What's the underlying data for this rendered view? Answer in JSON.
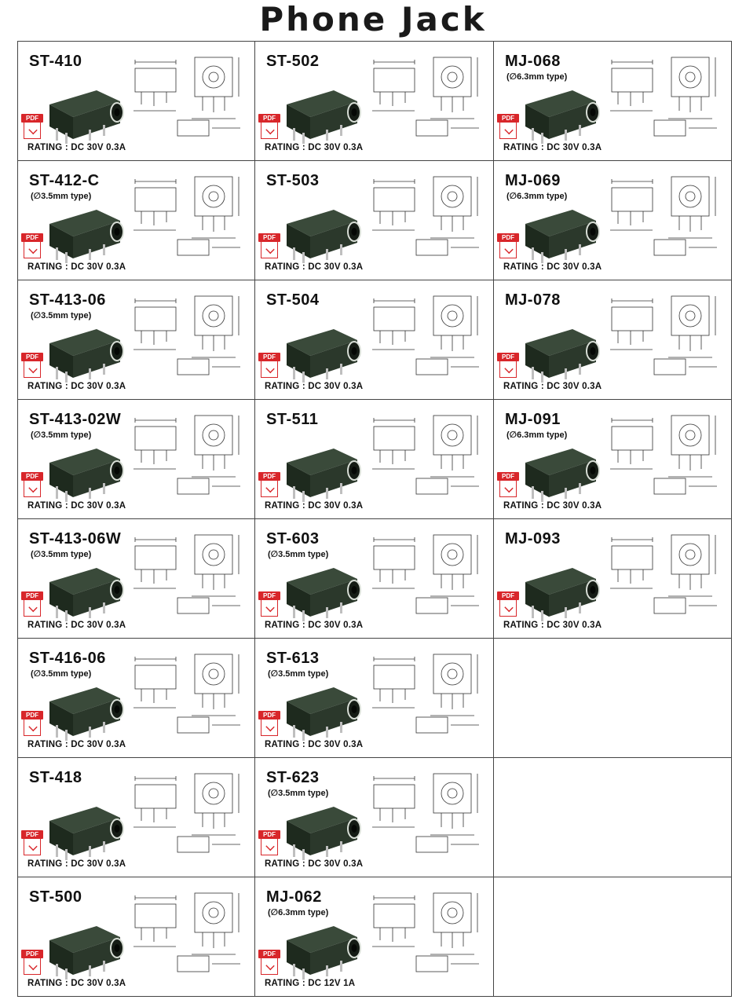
{
  "title": "Phone Jack",
  "pdf_label": "PDF",
  "products": [
    {
      "name": "ST-410",
      "type": "",
      "rating": "RATING : DC 30V  0.3A"
    },
    {
      "name": "ST-502",
      "type": "",
      "rating": "RATING : DC 30V  0.3A"
    },
    {
      "name": "MJ-068",
      "type": "(∅6.3mm type)",
      "rating": "RATING : DC 30V  0.3A"
    },
    {
      "name": "ST-412-C",
      "type": "(∅3.5mm type)",
      "rating": "RATING : DC 30V  0.3A"
    },
    {
      "name": "ST-503",
      "type": "",
      "rating": "RATING : DC 30V  0.3A"
    },
    {
      "name": "MJ-069",
      "type": "(∅6.3mm type)",
      "rating": "RATING : DC 30V  0.3A"
    },
    {
      "name": "ST-413-06",
      "type": "(∅3.5mm type)",
      "rating": "RATING : DC 30V  0.3A"
    },
    {
      "name": "ST-504",
      "type": "",
      "rating": "RATING : DC 30V  0.3A"
    },
    {
      "name": "MJ-078",
      "type": "",
      "rating": "RATING : DC 30V  0.3A"
    },
    {
      "name": "ST-413-02W",
      "type": "(∅3.5mm type)",
      "rating": "RATING : DC 30V  0.3A"
    },
    {
      "name": "ST-511",
      "type": "",
      "rating": "RATING : DC 30V  0.3A"
    },
    {
      "name": "MJ-091",
      "type": "(∅6.3mm type)",
      "rating": "RATING : DC 30V  0.3A"
    },
    {
      "name": "ST-413-06W",
      "type": "(∅3.5mm type)",
      "rating": "RATING : DC 30V  0.3A"
    },
    {
      "name": "ST-603",
      "type": "(∅3.5mm type)",
      "rating": "RATING : DC 30V  0.3A"
    },
    {
      "name": "MJ-093",
      "type": "",
      "rating": "RATING : DC 30V  0.3A"
    },
    {
      "name": "ST-416-06",
      "type": "(∅3.5mm type)",
      "rating": "RATING : DC 30V  0.3A"
    },
    {
      "name": "ST-613",
      "type": "(∅3.5mm type)",
      "rating": "RATING : DC 30V  0.3A"
    },
    null,
    {
      "name": "ST-418",
      "type": "",
      "rating": "RATING : DC 30V  0.3A"
    },
    {
      "name": "ST-623",
      "type": "(∅3.5mm type)",
      "rating": "RATING : DC 30V  0.3A"
    },
    null,
    {
      "name": "ST-500",
      "type": "",
      "rating": "RATING : DC 30V  0.3A"
    },
    {
      "name": "MJ-062",
      "type": "(∅6.3mm type)",
      "rating": "RATING : DC 12V  1A"
    },
    null
  ]
}
